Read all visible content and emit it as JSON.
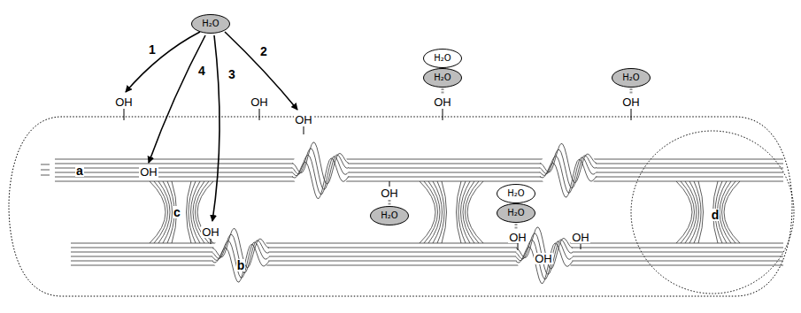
{
  "diagram": {
    "nodes": [
      {
        "text": [
          "H₂O"
        ]
      },
      {
        "text": [
          "H₂O"
        ]
      },
      {
        "text": [
          "H₂O"
        ]
      },
      {
        "text": [
          "H₂O"
        ]
      },
      {
        "text": [
          "H₂O"
        ]
      },
      {
        "text": [
          "H₂O"
        ]
      },
      {
        "text": [
          "H₂O"
        ]
      }
    ],
    "labels": [
      "1",
      "4",
      "3",
      "2",
      "OH",
      "OH",
      "OH",
      "OH",
      "a",
      "OH",
      "OH",
      "OH",
      "c",
      "OH",
      "b",
      "OH",
      "OH",
      "OH",
      "d"
    ]
  }
}
